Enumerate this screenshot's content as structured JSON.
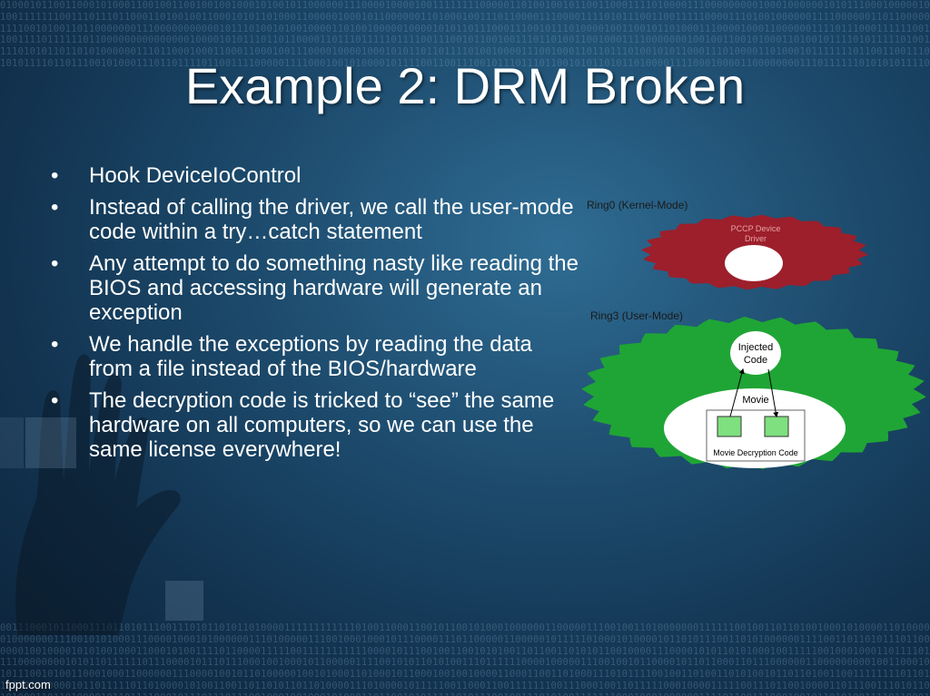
{
  "slide": {
    "title": "Example 2: DRM Broken",
    "bullets": [
      "Hook DeviceIoControl",
      "Instead of calling the driver, we call the user-mode code within a try…catch statement",
      "Any attempt to do something nasty like reading the BIOS and accessing hardware will generate an exception",
      "We handle the exceptions by reading the data from a file instead of the BIOS/hardware",
      "The decryption code is tricked to “see” the same hardware on all computers, so we can use the same license everywhere!"
    ],
    "bullet_glyph": "•"
  },
  "diagram": {
    "ring0_label": "Ring0 (Kernel-Mode)",
    "driver_label_line1": "PCCP Device",
    "driver_label_line2": "Driver",
    "ring3_label": "Ring3 (User-Mode)",
    "injected_line1": "Injected",
    "injected_line2": "Code",
    "movie_label": "Movie",
    "decryption_label": "Movie Decryption Code",
    "colors": {
      "ring0_fill": "#9c1f2b",
      "ring3_fill": "#1fa535",
      "box_fill": "#7ee07e"
    }
  },
  "footer": {
    "watermark": "fppt.com"
  }
}
